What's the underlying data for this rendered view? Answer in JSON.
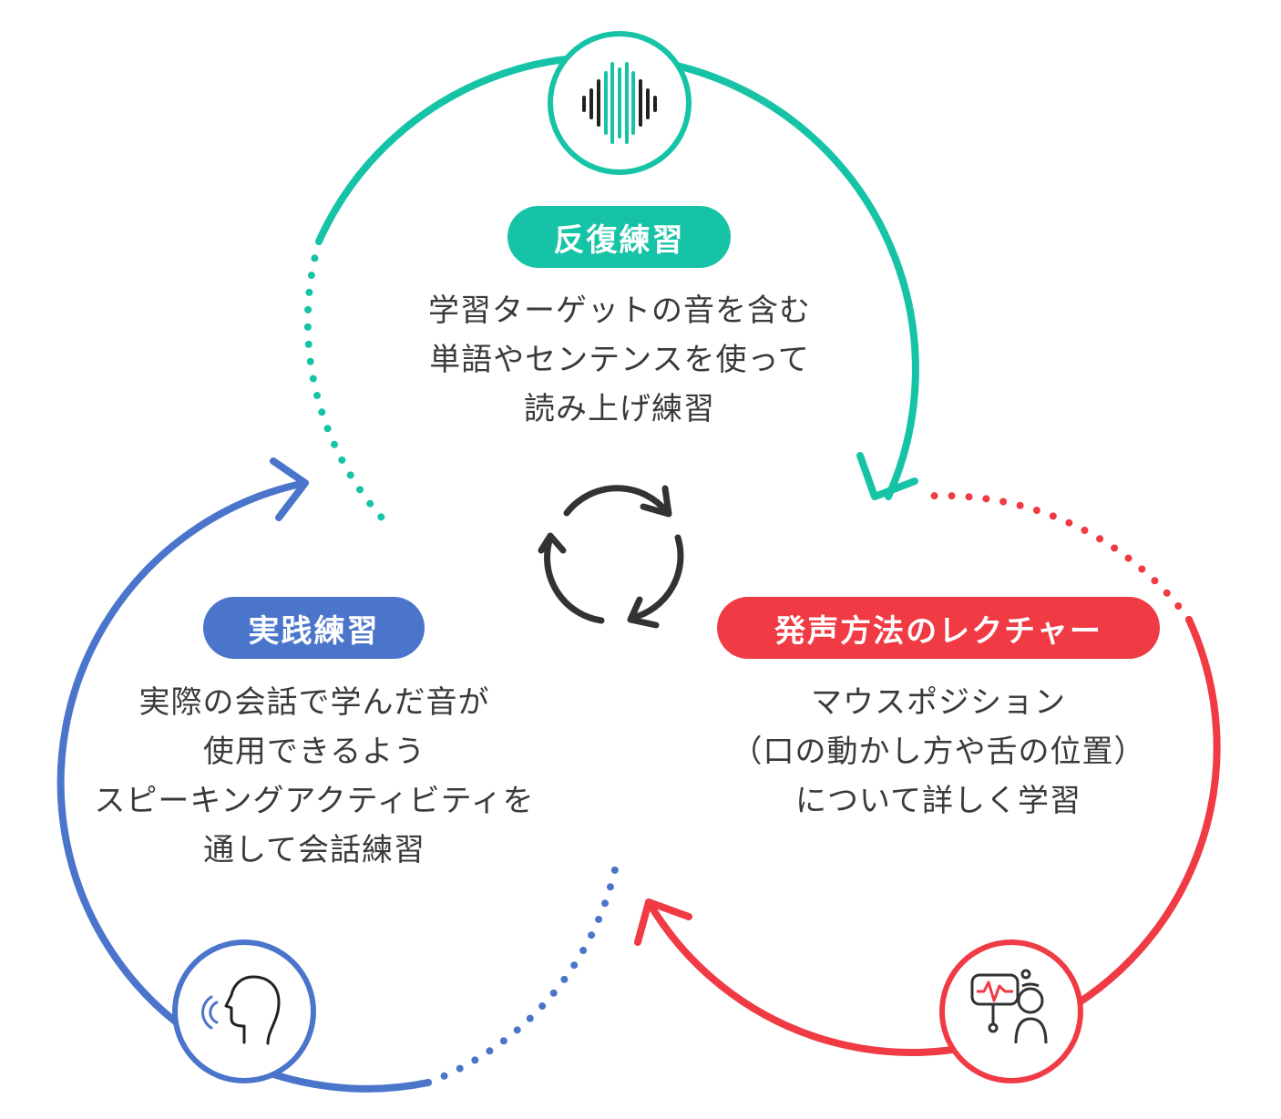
{
  "colors": {
    "teal": "#16c3a6",
    "red": "#f03a44",
    "blue": "#4a75cb",
    "dark": "#333333"
  },
  "stages": [
    {
      "title": "反復練習",
      "lines": [
        "学習ターゲットの音を含む",
        "単語やセンテンスを使って",
        "読み上げ練習"
      ],
      "icon": "sound-wave-icon"
    },
    {
      "title": "発声方法のレクチャー",
      "lines": [
        "マウスポジション",
        "（口の動かし方や舌の位置）",
        "について詳しく学習"
      ],
      "icon": "lecture-speech-icon"
    },
    {
      "title": "実践練習",
      "lines": [
        "実際の会話で学んだ音が",
        "使用できるよう",
        "スピーキングアクティビティを",
        "通して会話練習"
      ],
      "icon": "speaking-head-icon"
    }
  ],
  "center_icon": "cycle-arrows-icon"
}
